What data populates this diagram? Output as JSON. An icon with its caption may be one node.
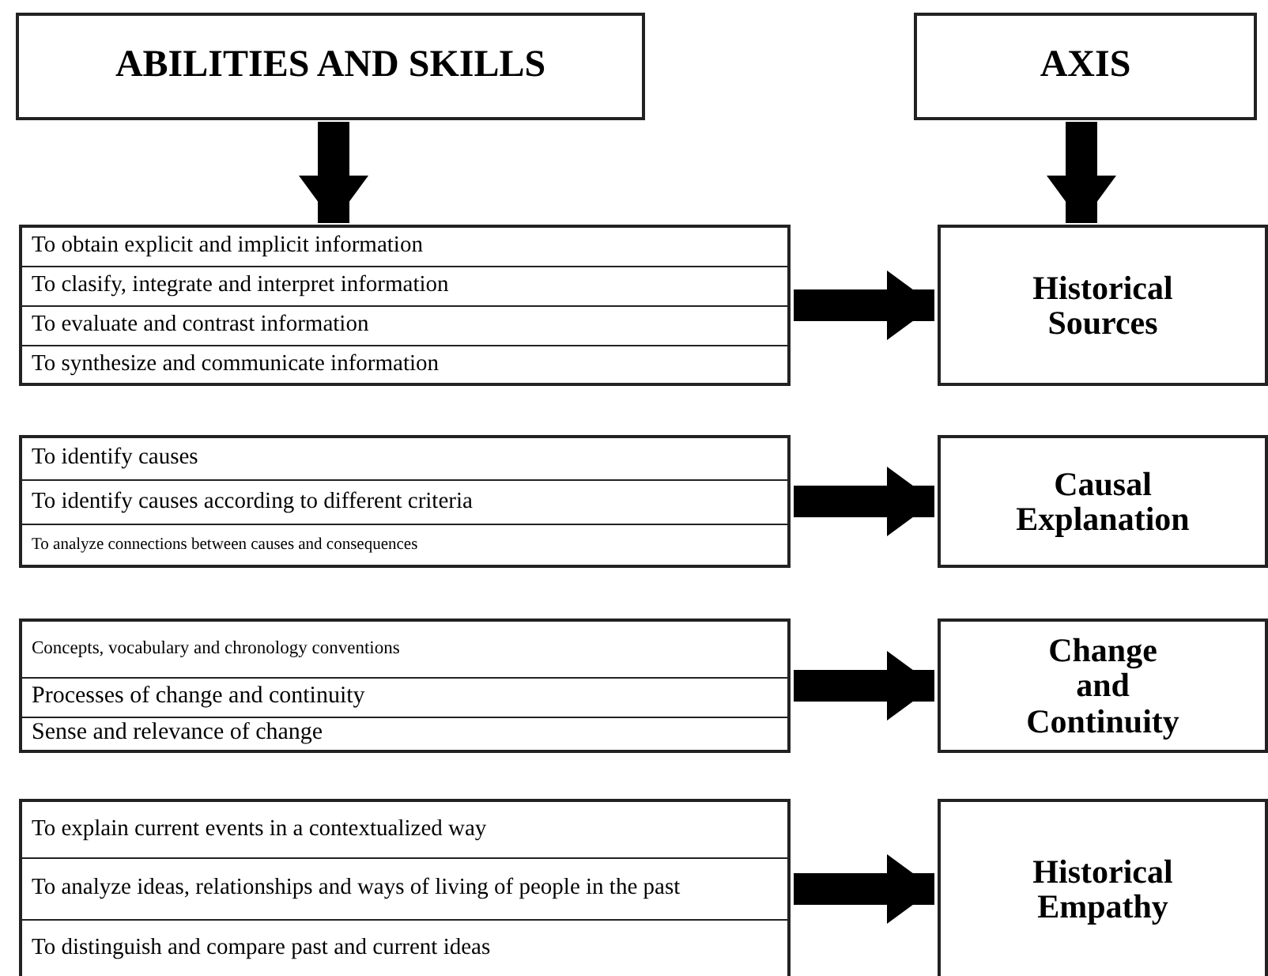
{
  "diagram": {
    "nodes": [
      {
        "text": [
          "ABILITIES AND SKILLS"
        ]
      },
      {
        "text": [
          "AXIS"
        ]
      },
      {
        "text": [],
        "shape": "box"
      },
      {
        "text": [
          "To obtain explicit and implicit information"
        ],
        "in": 2
      },
      {
        "text": [
          "To clasify, integrate and interpret information"
        ],
        "in": 2
      },
      {
        "text": [
          "To evaluate and contrast information"
        ],
        "in": 2
      },
      {
        "text": [
          "To synthesize and communicate information"
        ],
        "in": 2
      },
      {
        "text": [
          "Historical Sources"
        ]
      },
      {
        "text": [],
        "shape": "box"
      },
      {
        "text": [
          "To identify causes"
        ],
        "in": 8
      },
      {
        "text": [
          "To identify causes according to different criteria"
        ],
        "in": 8
      },
      {
        "text": [
          "To analyze connections between causes and consequences"
        ],
        "in": 8
      },
      {
        "text": [
          "Causal Explanation"
        ]
      },
      {
        "text": [],
        "shape": "box"
      },
      {
        "text": [
          "Concepts, vocabulary and chronology conventions"
        ],
        "in": 13
      },
      {
        "text": [
          "Processes of change and continuity"
        ],
        "in": 13
      },
      {
        "text": [
          "Sense and relevance of change"
        ],
        "in": 13
      },
      {
        "text": [
          "Change and Continuity"
        ]
      },
      {
        "text": [],
        "shape": "box"
      },
      {
        "text": [
          "To explain current events in a contextualized way"
        ],
        "in": 18
      },
      {
        "text": [
          "To analyze ideas, relationships and ways of living of people in the past"
        ],
        "in": 18
      },
      {
        "text": [
          "To distinguish and compare past and current ideas"
        ],
        "in": 18
      },
      {
        "text": [
          "Historical Empathy"
        ]
      }
    ],
    "edges": [
      {
        "from": 0,
        "to": 2,
        "arrow": "to"
      },
      {
        "from": 1,
        "to": 7,
        "arrow": "to"
      },
      {
        "from": 2,
        "to": 7,
        "arrow": "to"
      },
      {
        "from": 8,
        "to": 12,
        "arrow": "to"
      },
      {
        "from": 13,
        "to": 17,
        "arrow": "to"
      },
      {
        "from": 18,
        "to": 22,
        "arrow": "to"
      }
    ]
  }
}
